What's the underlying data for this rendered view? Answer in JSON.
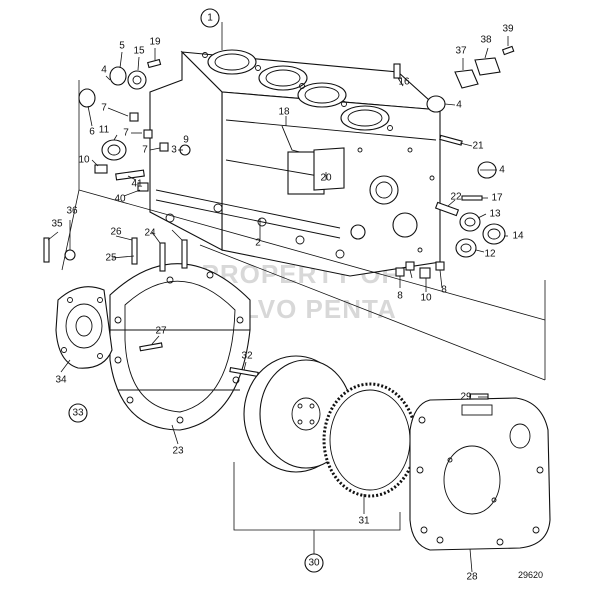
{
  "watermark": {
    "line1": "PROPERTY OF",
    "line2": "VOLVO PENTA"
  },
  "reference_number": "29620",
  "callouts": [
    {
      "id": "c1",
      "text": "1",
      "circled": true
    },
    {
      "id": "c2",
      "text": "2"
    },
    {
      "id": "c3",
      "text": "3"
    },
    {
      "id": "c4a",
      "text": "4"
    },
    {
      "id": "c4b",
      "text": "4"
    },
    {
      "id": "c4c",
      "text": "4"
    },
    {
      "id": "c5",
      "text": "5"
    },
    {
      "id": "c6",
      "text": "6"
    },
    {
      "id": "c7a",
      "text": "7"
    },
    {
      "id": "c7b",
      "text": "7"
    },
    {
      "id": "c7c",
      "text": "7"
    },
    {
      "id": "c8a",
      "text": "8"
    },
    {
      "id": "c8b",
      "text": "8"
    },
    {
      "id": "c9",
      "text": "9"
    },
    {
      "id": "c10a",
      "text": "10"
    },
    {
      "id": "c10b",
      "text": "10"
    },
    {
      "id": "c11",
      "text": "11"
    },
    {
      "id": "c12",
      "text": "12"
    },
    {
      "id": "c13",
      "text": "13"
    },
    {
      "id": "c14",
      "text": "14"
    },
    {
      "id": "c15",
      "text": "15"
    },
    {
      "id": "c16",
      "text": "16"
    },
    {
      "id": "c17",
      "text": "17"
    },
    {
      "id": "c18",
      "text": "18"
    },
    {
      "id": "c19",
      "text": "19"
    },
    {
      "id": "c20",
      "text": "20"
    },
    {
      "id": "c21",
      "text": "21"
    },
    {
      "id": "c22",
      "text": "22"
    },
    {
      "id": "c23",
      "text": "23"
    },
    {
      "id": "c24",
      "text": "24"
    },
    {
      "id": "c25",
      "text": "25"
    },
    {
      "id": "c26",
      "text": "26"
    },
    {
      "id": "c27",
      "text": "27"
    },
    {
      "id": "c28",
      "text": "28"
    },
    {
      "id": "c29",
      "text": "29"
    },
    {
      "id": "c30",
      "text": "30",
      "circled": true
    },
    {
      "id": "c31",
      "text": "31"
    },
    {
      "id": "c32",
      "text": "32"
    },
    {
      "id": "c33",
      "text": "33",
      "circled": true
    },
    {
      "id": "c34",
      "text": "34"
    },
    {
      "id": "c35",
      "text": "35"
    },
    {
      "id": "c36",
      "text": "36"
    },
    {
      "id": "c37",
      "text": "37"
    },
    {
      "id": "c38",
      "text": "38"
    },
    {
      "id": "c39",
      "text": "39"
    },
    {
      "id": "c40",
      "text": "40"
    },
    {
      "id": "c41",
      "text": "41"
    }
  ]
}
